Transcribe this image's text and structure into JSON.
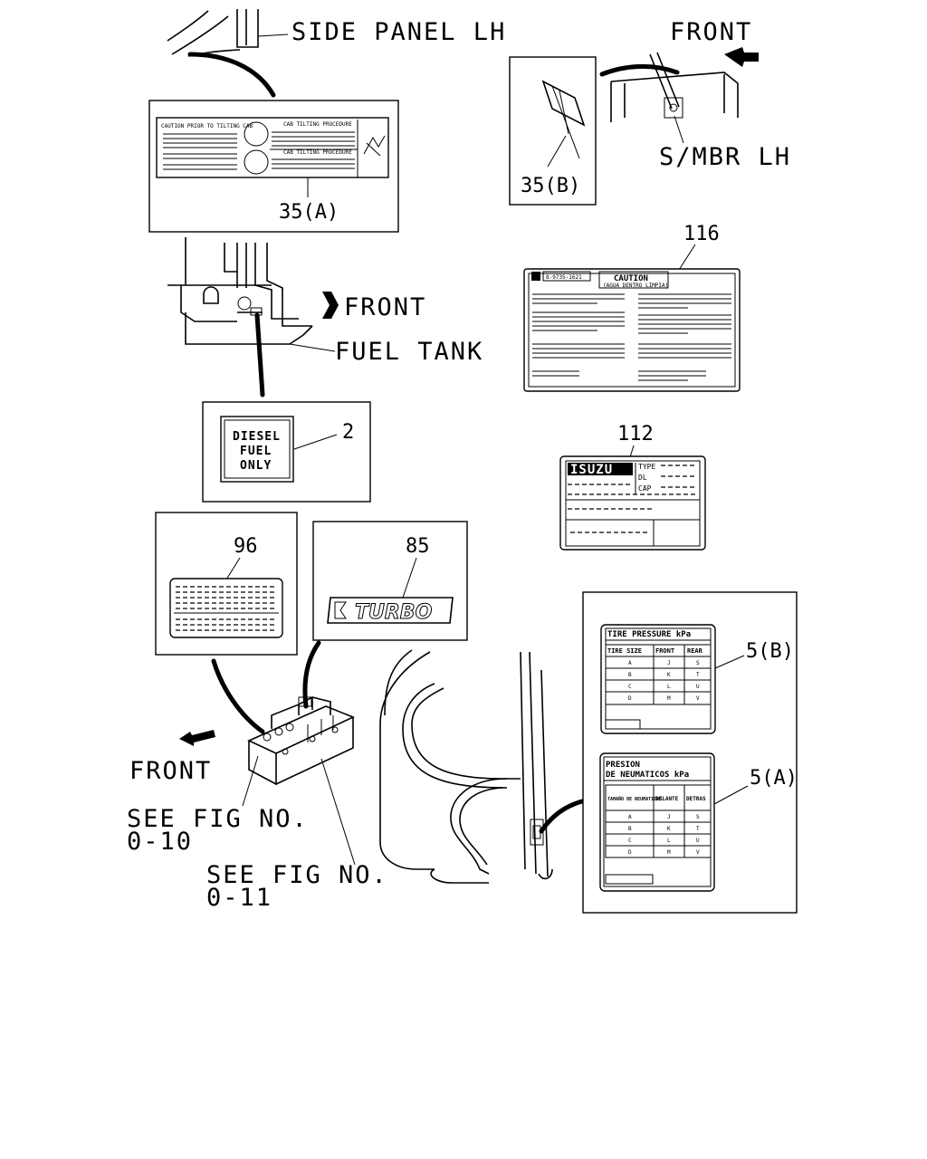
{
  "labels": {
    "side_panel": "SIDE PANEL LH",
    "front_top_right": "FRONT",
    "s_mbr": "S/MBR LH",
    "front_tank": "FRONT",
    "fuel_tank": "FUEL TANK",
    "front_bottom": "FRONT",
    "see_fig_1_line1": "SEE FIG NO.",
    "see_fig_1_line2": "0-10",
    "see_fig_2_line1": "SEE FIG NO.",
    "see_fig_2_line2": "0-11"
  },
  "callouts": {
    "c35a": "35(A)",
    "c35b": "35(B)",
    "c116": "116",
    "c2": "2",
    "c112": "112",
    "c96": "96",
    "c85": "85",
    "c5b": "5(B)",
    "c5a": "5(A)"
  },
  "cab_label": {
    "left_title": "CAUTION PRIOR TO TILTING CAB",
    "right_title1": "CAB TILTING PROCEDURE",
    "right_title2": "CAB TILTING PROCEDURE"
  },
  "caution_label": {
    "code": "8-9735-1621",
    "title": "CAUTION",
    "subtitle": "(AGUA DENTRO LIMPIA)"
  },
  "diesel_label": {
    "line1": "DIESEL",
    "line2": "FUEL",
    "line3": "ONLY"
  },
  "plate_label": {
    "brand": "ISUZU",
    "type": "TYPE",
    "disp": "DL",
    "cap": "CAP"
  },
  "turbo_label": {
    "text": "TURBO"
  },
  "tire_b": {
    "title": "TIRE PRESSURE kPa",
    "headers": [
      "TIRE SIZE",
      "FRONT",
      "REAR"
    ],
    "rows": [
      [
        "A",
        "J",
        "S"
      ],
      [
        "B",
        "K",
        "T"
      ],
      [
        "C",
        "L",
        "U"
      ],
      [
        "D",
        "M",
        "V"
      ]
    ]
  },
  "tire_a": {
    "title_line1": "PRESION",
    "title_line2": "DE NEUMATICOS kPa",
    "headers": [
      "TAMAÑO DE NEUMATICOS",
      "DELANTE",
      "DETRAS"
    ],
    "rows": [
      [
        "A",
        "J",
        "S"
      ],
      [
        "B",
        "K",
        "T"
      ],
      [
        "C",
        "L",
        "U"
      ],
      [
        "D",
        "M",
        "V"
      ]
    ]
  }
}
